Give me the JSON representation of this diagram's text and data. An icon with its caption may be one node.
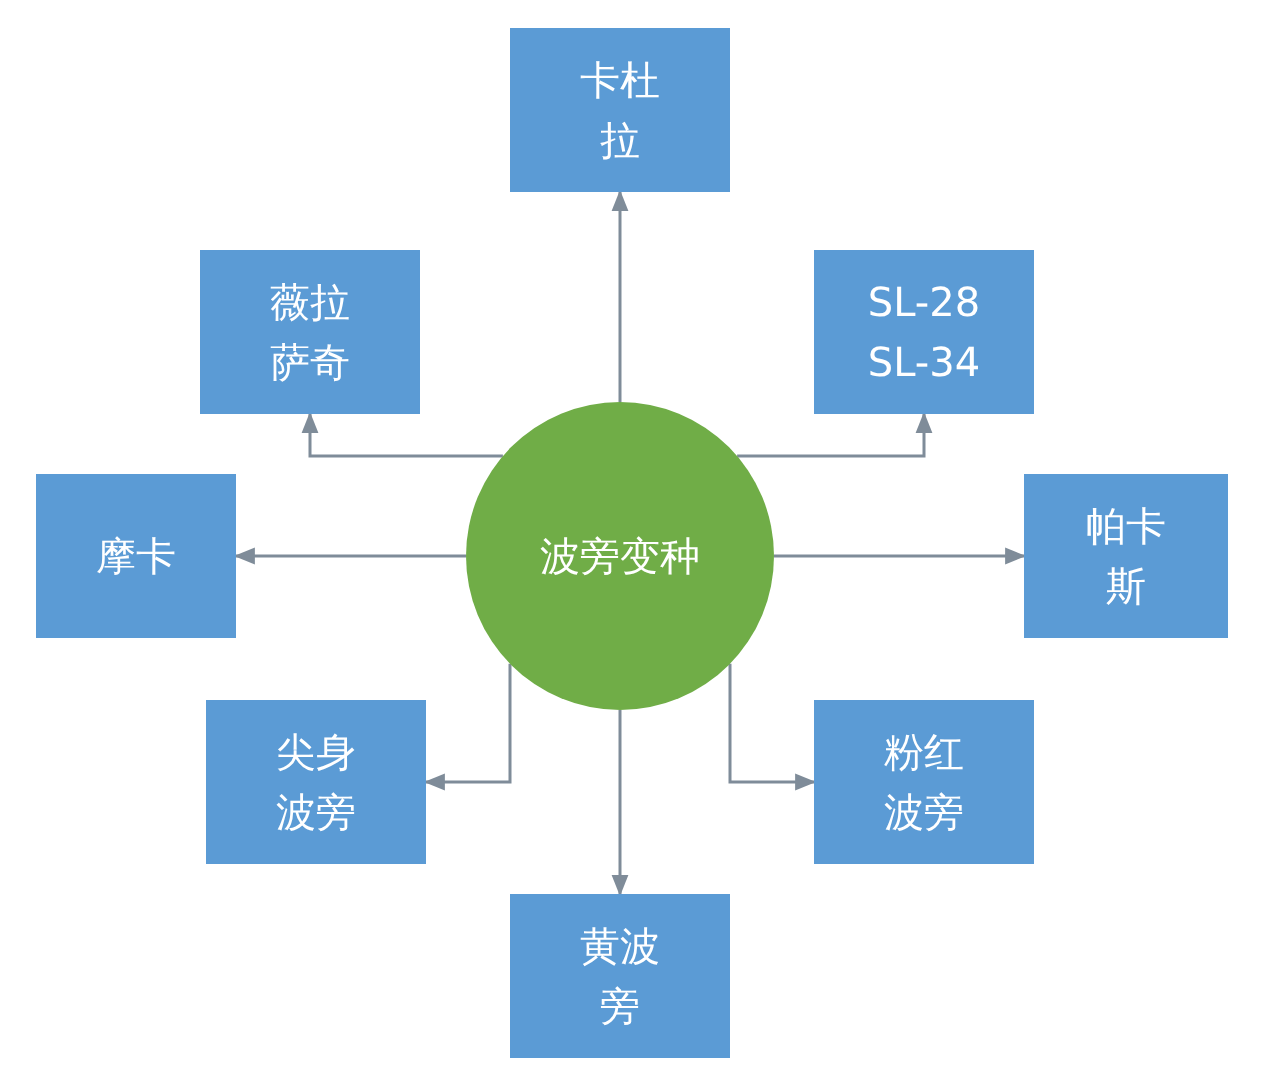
{
  "diagram": {
    "nodes": [
      {
        "text": [
          "卡杜拉"
        ]
      },
      {
        "text": [
          "薇拉萨奇"
        ]
      },
      {
        "text": [
          "SL-28 SL-34"
        ]
      },
      {
        "text": [
          "摩卡"
        ]
      },
      {
        "text": [
          "波旁变种"
        ]
      },
      {
        "text": [
          "帕卡斯"
        ]
      },
      {
        "text": [
          "尖身波旁"
        ]
      },
      {
        "text": [
          "粉红波旁"
        ]
      },
      {
        "text": [
          "黄波旁"
        ]
      }
    ],
    "edges": [
      {
        "from": 4,
        "to": 0,
        "arrow": "to"
      },
      {
        "from": 4,
        "to": 1,
        "arrow": "to"
      },
      {
        "from": 4,
        "to": 2,
        "arrow": "to"
      },
      {
        "from": 4,
        "to": 3,
        "arrow": "to"
      },
      {
        "from": 4,
        "to": 5,
        "arrow": "to"
      },
      {
        "from": 4,
        "to": 6,
        "arrow": "to"
      },
      {
        "from": 4,
        "to": 7,
        "arrow": "to"
      },
      {
        "from": 4,
        "to": 8,
        "arrow": "to"
      }
    ]
  }
}
